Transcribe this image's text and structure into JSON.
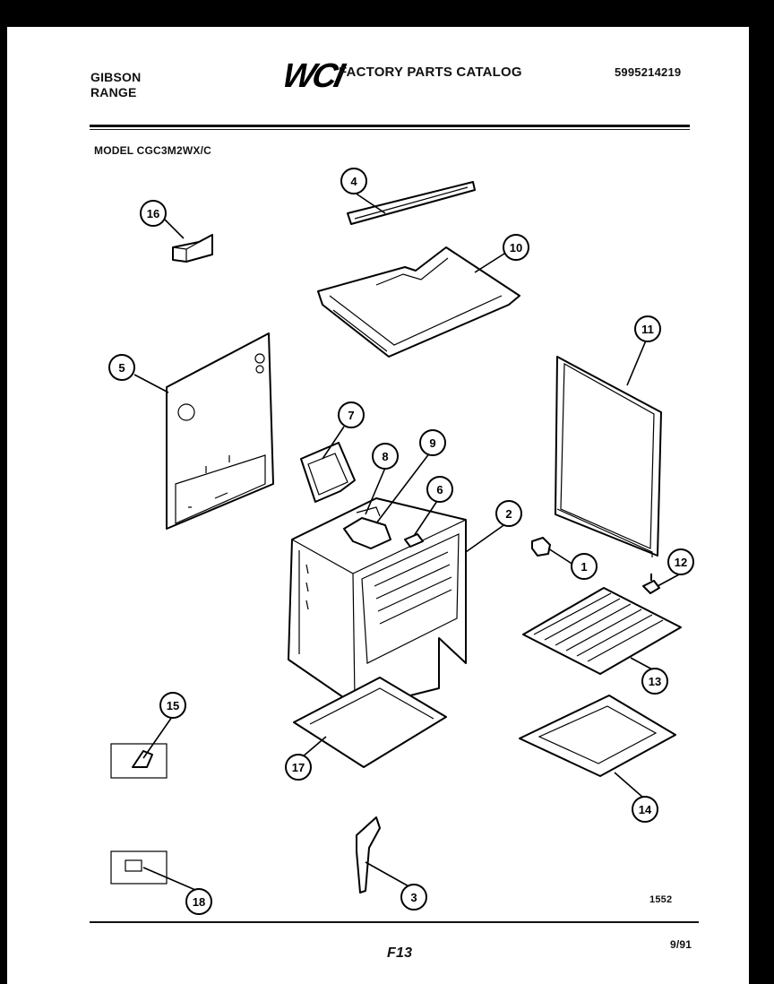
{
  "header": {
    "brand_line1": "GIBSON",
    "brand_line2": "RANGE",
    "logo": "WCI",
    "catalog_title": "FACTORY PARTS CATALOG",
    "catalog_number": "5995214219"
  },
  "model": "MODEL CGC3M2WX/C",
  "callouts": [
    "1",
    "2",
    "3",
    "4",
    "5",
    "6",
    "7",
    "8",
    "9",
    "10",
    "11",
    "12",
    "13",
    "14",
    "15",
    "16",
    "17",
    "18"
  ],
  "footer": {
    "drawing_number": "1552",
    "page_code": "F13",
    "date_code": "9/91"
  },
  "colors": {
    "line": "#000000",
    "paper": "#ffffff",
    "border": "#000000"
  }
}
